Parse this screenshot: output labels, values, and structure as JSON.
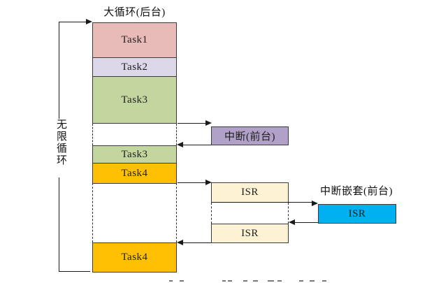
{
  "stack": {
    "title": "大循环(后台)",
    "loop_label": "无限循环",
    "blocks": [
      {
        "label": "Task1",
        "color": "#e8bab8"
      },
      {
        "label": "Task2",
        "color": "#dcd7e9"
      },
      {
        "label": "Task3",
        "color": "#c4d6a0"
      },
      {
        "label": "Task3",
        "color": "#c4d6a0"
      },
      {
        "label": "Task4",
        "color": "#ffc003"
      },
      {
        "label": "Task4",
        "color": "#ffc003"
      }
    ]
  },
  "foreground": {
    "interrupt": {
      "label": "中断(前台)",
      "color": "#b1a0c7"
    },
    "isr_first": {
      "label": "ISR",
      "color": "#fdf3d4"
    },
    "isr_second": {
      "label": "ISR",
      "color": "#fdf3d4"
    },
    "nested_title": "中断嵌套(前台)",
    "isr_nested": {
      "label": "ISR",
      "color": "#00b0f0"
    }
  },
  "line_color": "#1a1a1a"
}
